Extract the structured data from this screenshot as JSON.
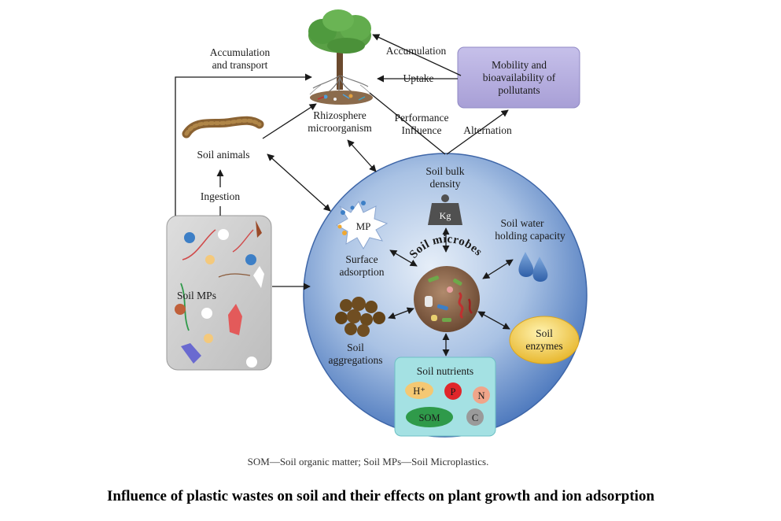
{
  "labels": {
    "accumulation_transport_1": "Accumulation",
    "accumulation_transport_2": "and transport",
    "accumulation": "Accumulation",
    "uptake": "Uptake",
    "mobility_1": "Mobility and",
    "mobility_2": "bioavailability of",
    "mobility_3": "pollutants",
    "rhizosphere_1": "Rhizosphere",
    "rhizosphere_2": "microorganism",
    "performance_1": "Performance",
    "performance_2": "Influence",
    "alternation": "Alternation",
    "soil_animals": "Soil animals",
    "ingestion": "Ingestion",
    "soil_mps": "Soil MPs",
    "bulk_density_1": "Soil bulk",
    "bulk_density_2": "density",
    "kg": "Kg",
    "mp": "MP",
    "water_1": "Soil water",
    "water_2": "holding capacity",
    "surface_adsorption_1": "Surface",
    "surface_adsorption_2": "adsorption",
    "soil_microbes": "Soil microbes",
    "aggregations_1": "Soil",
    "aggregations_2": "aggregations",
    "enzymes_1": "Soil",
    "enzymes_2": "enzymes",
    "nutrients_title": "Soil nutrients",
    "nutrient_h": "H⁺",
    "nutrient_p": "P",
    "nutrient_n": "N",
    "nutrient_som": "SOM",
    "nutrient_c": "C"
  },
  "caption": "SOM—Soil organic matter; Soil MPs—Soil Microplastics.",
  "title": "Influence of plastic wastes on soil and their effects on plant growth and ion adsorption",
  "colors": {
    "soil_circle_inner": "#d7e4f3",
    "soil_circle_outer": "#4c78bd",
    "mobility_box": "#b7b0df",
    "mps_box": "#c9c9c9",
    "nutrients_box": "#9fe0e0",
    "enzymes": "#f2c94c",
    "tree_green": "#56a044",
    "som": "#2f9a4a",
    "phosphorus": "#e0262b",
    "nitrogen": "#f0a58a",
    "carbon": "#9a9a9a",
    "hydrogen": "#f3c873"
  },
  "icons": [
    "tree-icon",
    "worm-icon",
    "weight-icon",
    "water-drop-icon",
    "microbe-cluster-icon",
    "mp-burst-icon",
    "aggregate-balls-icon"
  ]
}
